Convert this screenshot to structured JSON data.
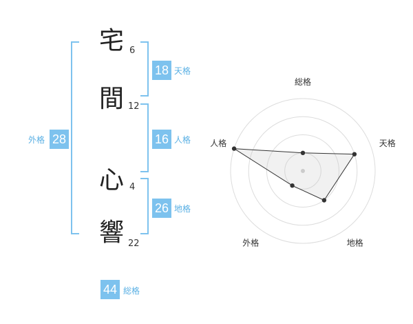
{
  "name": {
    "chars": [
      {
        "char": "宅",
        "strokes": "6"
      },
      {
        "char": "間",
        "strokes": "12"
      },
      {
        "char": "心",
        "strokes": "4"
      },
      {
        "char": "響",
        "strokes": "22"
      }
    ]
  },
  "fortunes": {
    "tenkaku": {
      "value": "18",
      "label": "天格"
    },
    "jinkaku": {
      "value": "16",
      "label": "人格"
    },
    "chikaku": {
      "value": "26",
      "label": "地格"
    },
    "gaikaku": {
      "value": "28",
      "label": "外格"
    },
    "soukaku": {
      "value": "44",
      "label": "総格"
    }
  },
  "colors": {
    "accent": "#7dc2ee",
    "label_text": "#5ab0e4"
  },
  "chart_data": {
    "type": "radar",
    "axes": [
      "総格",
      "天格",
      "地格",
      "外格",
      "人格"
    ],
    "values": [
      1,
      3,
      2,
      1,
      4
    ],
    "range": [
      0,
      4
    ],
    "grid": true
  }
}
